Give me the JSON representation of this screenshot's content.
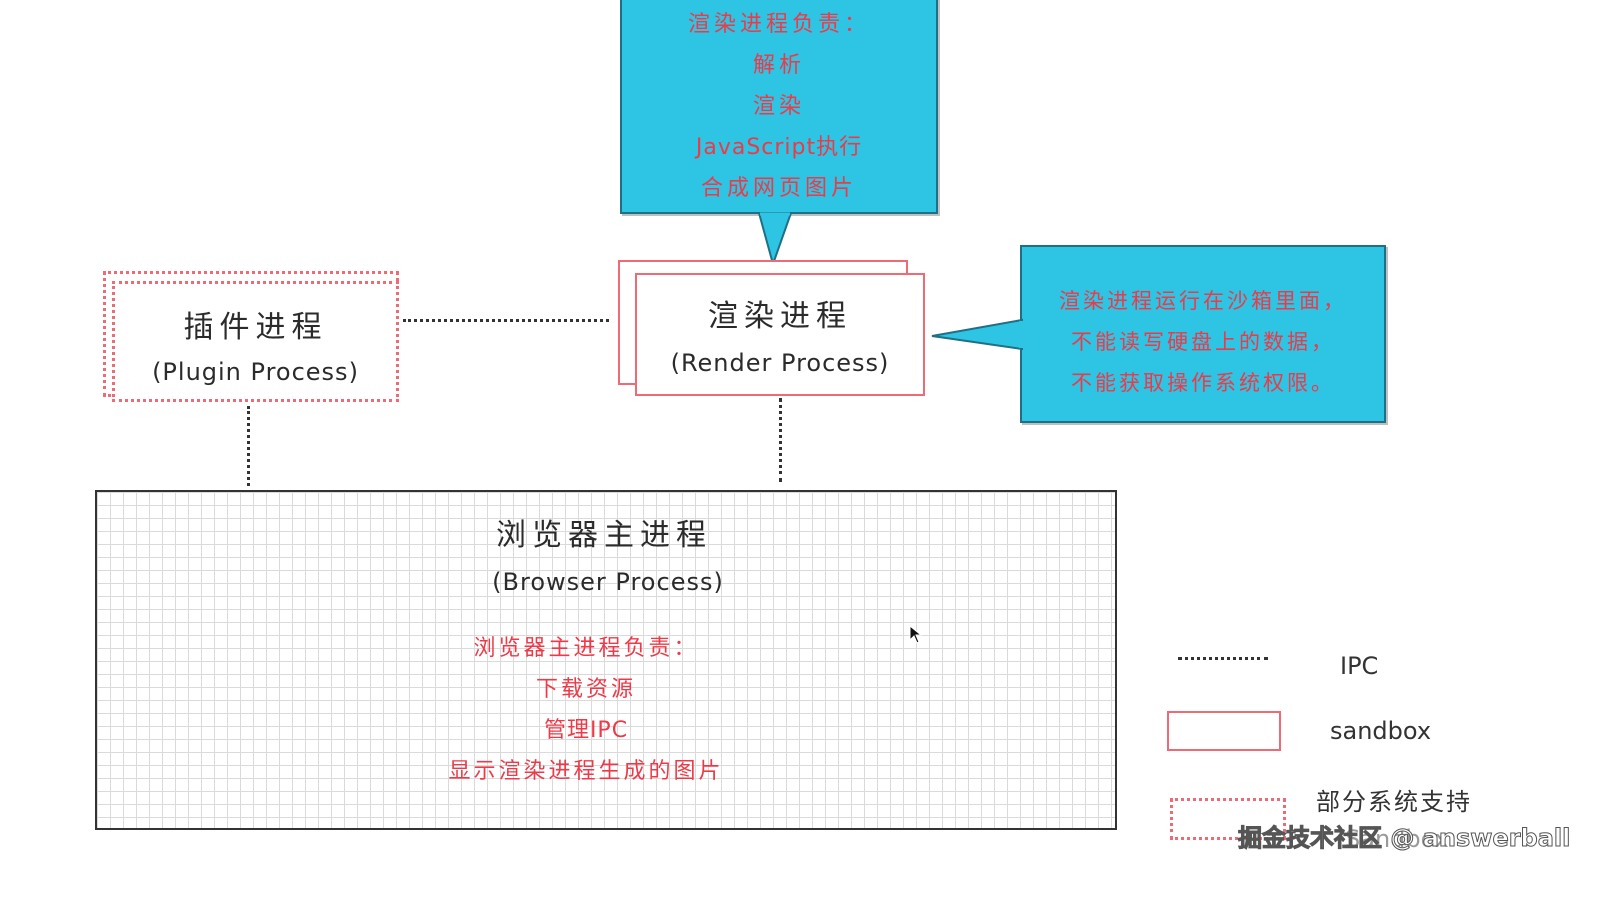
{
  "render_callout": {
    "lines": [
      "渲染进程负责：",
      "解析",
      "渲染",
      "JavaScript执行",
      "合成网页图片"
    ]
  },
  "sandbox_callout": {
    "lines": [
      "渲染进程运行在沙箱里面，",
      "不能读写硬盘上的数据，",
      "不能获取操作系统权限。"
    ]
  },
  "plugin_process": {
    "title_cn": "插件进程",
    "title_en": "(Plugin Process)"
  },
  "render_process": {
    "title_cn": "渲染进程",
    "title_en": "(Render Process)"
  },
  "browser_process": {
    "title_cn": "浏览器主进程",
    "title_en": "(Browser Process)",
    "duties": [
      "浏览器主进程负责：",
      "下载资源",
      "管理IPC",
      "显示渲染进程生成的图片"
    ]
  },
  "legend": {
    "ipc": "IPC",
    "sandbox": "sandbox",
    "partial": "部分系统支持",
    "partial_sub": "Sandbox"
  },
  "watermark": "掘金技术社区 @ answerball",
  "colors": {
    "callout_bg": "#2ec4e3",
    "callout_text": "#ee3a48",
    "sandbox_border": "#ee6a74",
    "grid_line": "#d8d8d8"
  }
}
